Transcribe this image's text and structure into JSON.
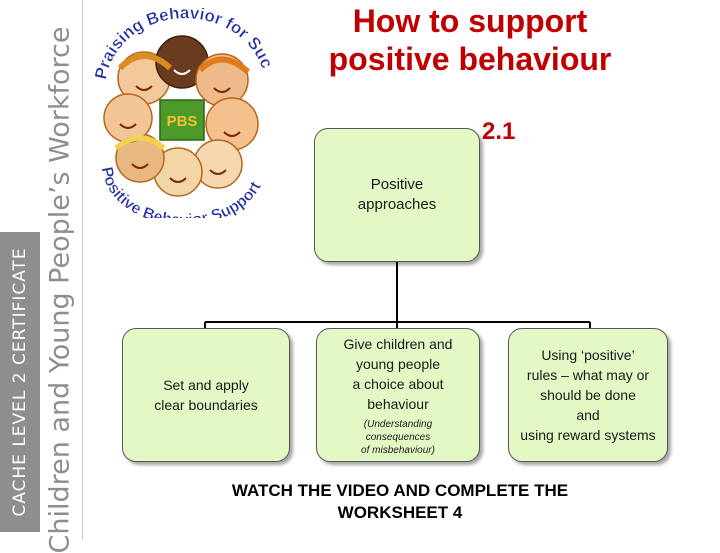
{
  "banner": {
    "certificate": "CACHE LEVEL 2 CERTIFICATE",
    "workforce": "Children and Young People’s Workforce"
  },
  "logo": {
    "top_arc_text": "Praising Behavior for Success",
    "bottom_arc_text": "Positive Behavior Support",
    "center_text": "PBS"
  },
  "title": {
    "line1": "How to support",
    "line2": "positive behaviour"
  },
  "section_number": "2.1",
  "diagram": {
    "root": {
      "label_line1": "Positive",
      "label_line2": "approaches"
    },
    "children": [
      {
        "lines": [
          "Set and apply",
          "clear boundaries"
        ]
      },
      {
        "lines": [
          "Give children and",
          "young people",
          "a choice about",
          "behaviour"
        ],
        "note_lines": [
          "(Understanding",
          "consequences",
          "of misbehaviour)"
        ]
      },
      {
        "lines": [
          "Using ‘positive’",
          "rules – what may or",
          "should be done",
          "and",
          "using reward systems"
        ]
      }
    ]
  },
  "footer": {
    "line1": "WATCH THE VIDEO AND COMPLETE THE",
    "line2": "WORKSHEET 4"
  },
  "colors": {
    "title": "#c00000",
    "box_fill": "#e4f8c6",
    "banner_gray": "#8e8e8e"
  }
}
